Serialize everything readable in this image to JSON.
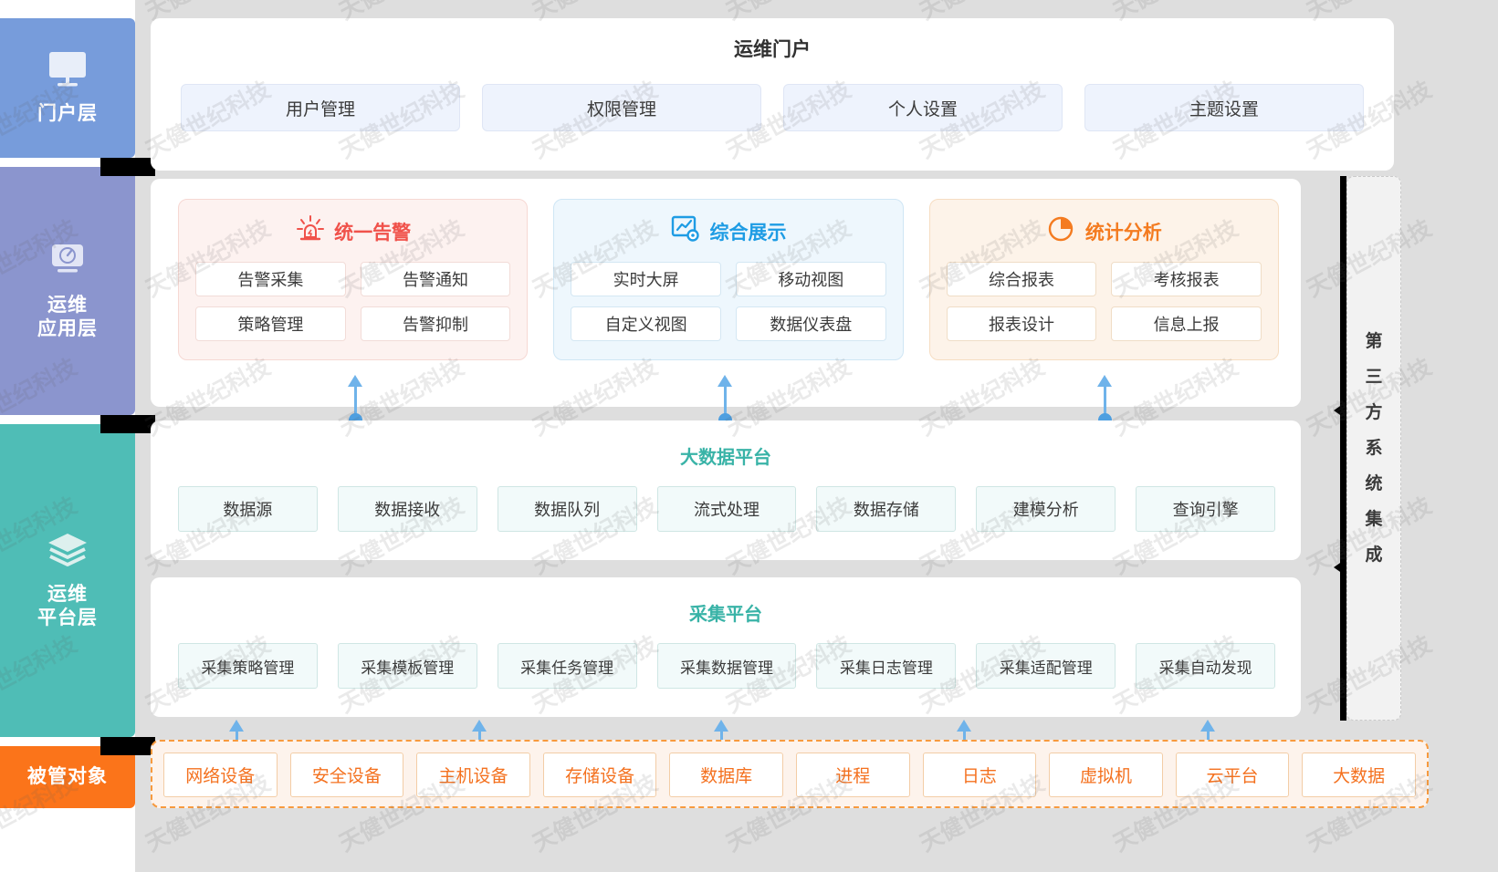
{
  "sidebar": {
    "items": [
      {
        "label": "门户层",
        "icon": "monitor-icon",
        "color": "#779CDB"
      },
      {
        "label": "运维\n应用层",
        "line1": "运维",
        "line2": "应用层",
        "icon": "gauge-monitor-icon",
        "color": "#8B95CE"
      },
      {
        "label": "运维\n平台层",
        "line1": "运维",
        "line2": "平台层",
        "icon": "layers-icon",
        "color": "#4FBDB6"
      },
      {
        "label": "被管对象",
        "icon": "",
        "color": "#FB741A"
      }
    ]
  },
  "portal": {
    "title": "运维门户",
    "boxes": [
      "用户管理",
      "权限管理",
      "个人设置",
      "主题设置"
    ]
  },
  "app_layer": {
    "groups": [
      {
        "title": "统一告警",
        "icon": "alarm-siren-icon",
        "color": "#F0524B",
        "items": [
          "告警采集",
          "告警通知",
          "策略管理",
          "告警抑制"
        ]
      },
      {
        "title": "综合展示",
        "icon": "chart-display-icon",
        "color": "#1E9CE4",
        "items": [
          "实时大屏",
          "移动视图",
          "自定义视图",
          "数据仪表盘"
        ]
      },
      {
        "title": "统计分析",
        "icon": "pie-chart-icon",
        "color": "#F47B20",
        "items": [
          "综合报表",
          "考核报表",
          "报表设计",
          "信息上报"
        ]
      }
    ]
  },
  "bigdata": {
    "title": "大数据平台",
    "color": "#39B3A7",
    "items": [
      "数据源",
      "数据接收",
      "数据队列",
      "流式处理",
      "数据存储",
      "建模分析",
      "查询引擎"
    ]
  },
  "collect": {
    "title": "采集平台",
    "color": "#39B3A7",
    "items": [
      "采集策略管理",
      "采集模板管理",
      "采集任务管理",
      "采集数据管理",
      "采集日志管理",
      "采集适配管理",
      "采集自动发现"
    ]
  },
  "managed_objects": {
    "accent": "#F4711F",
    "items": [
      "网络设备",
      "安全设备",
      "主机设备",
      "存储设备",
      "数据库",
      "进程",
      "日志",
      "虚拟机",
      "云平台",
      "大数据"
    ]
  },
  "third_party": {
    "chars": [
      "第",
      "三",
      "方",
      "系",
      "统",
      "集",
      "成"
    ],
    "label": "第三方系统集成"
  },
  "watermark": {
    "text": "天健世纪科技"
  }
}
